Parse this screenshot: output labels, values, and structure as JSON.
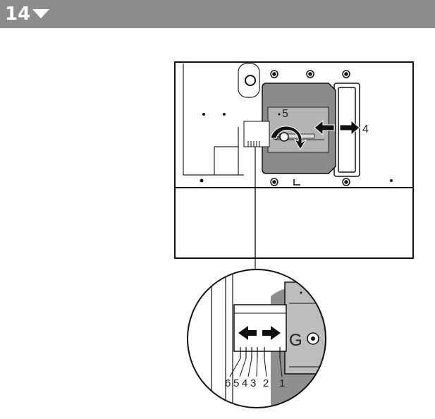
{
  "header": {
    "step_number": "14",
    "arrow_icon": "triangle-down-icon"
  },
  "diagram": {
    "label_slide_direction": "4",
    "label_scale_mark": "5",
    "label_lock_letter": "G",
    "zoom": {
      "lock_letter": "G",
      "scale_numbers": [
        "6",
        "5",
        "4",
        "3",
        "2",
        "1"
      ]
    }
  }
}
